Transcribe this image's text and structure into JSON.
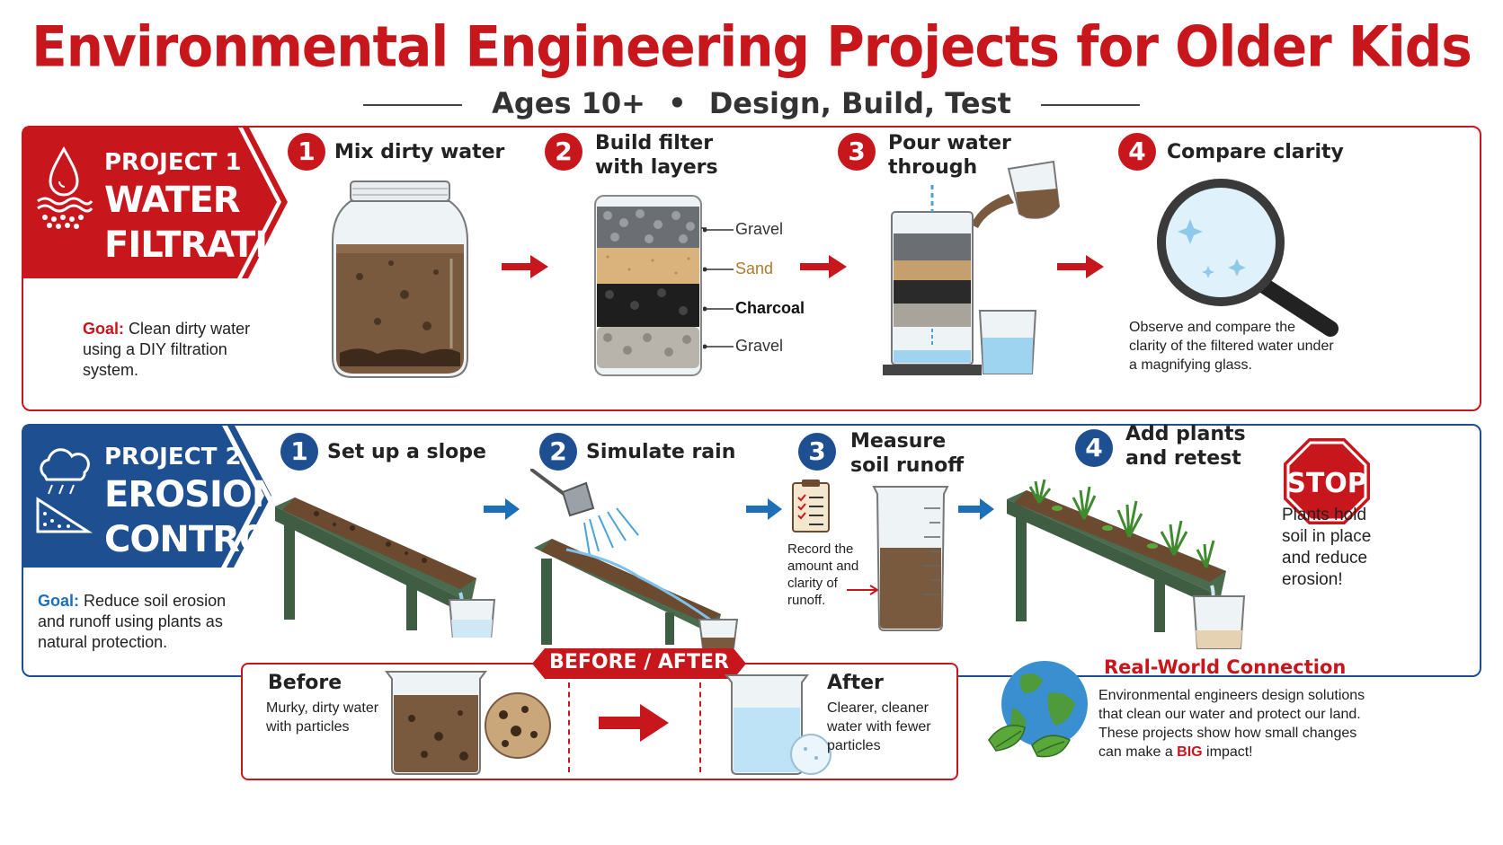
{
  "title": "Environmental Engineering Projects for Older Kids",
  "subtitle": {
    "ages": "Ages 10+",
    "separator": "•",
    "tagline": "Design, Build, Test"
  },
  "colors": {
    "red": "#c8161d",
    "blue": "#1d4f91",
    "soil": "#7a5a3e",
    "water": "#9fd4f0"
  },
  "project1": {
    "label": "PROJECT 1",
    "name_line1": "WATER",
    "name_line2": "FILTRATION",
    "icon": "water-drop-icon",
    "goal_label": "Goal:",
    "goal_text": "Clean dirty water using a DIY filtration system.",
    "steps": [
      {
        "num": "1",
        "title": "Mix dirty water"
      },
      {
        "num": "2",
        "title": "Build filter with layers",
        "layers": [
          "Gravel",
          "Sand",
          "Charcoal",
          "Gravel"
        ]
      },
      {
        "num": "3",
        "title": "Pour water through"
      },
      {
        "num": "4",
        "title": "Compare clarity",
        "note": "Observe and compare the clarity of the filtered water under a magnifying glass."
      }
    ]
  },
  "project2": {
    "label": "PROJECT 2",
    "name_line1": "EROSION",
    "name_line2": "CONTROL",
    "icon": "rain-cloud-icon",
    "goal_label": "Goal:",
    "goal_text": "Reduce soil erosion and runoff using plants as natural protection.",
    "steps": [
      {
        "num": "1",
        "title": "Set up a slope"
      },
      {
        "num": "2",
        "title": "Simulate rain"
      },
      {
        "num": "3",
        "title": "Measure soil runoff",
        "note": "Record the amount and clarity of runoff."
      },
      {
        "num": "4",
        "title": "Add plants and retest"
      }
    ],
    "stop_sign": "STOP",
    "stop_note": "Plants hold soil in place and reduce erosion!"
  },
  "before_after": {
    "tab": "BEFORE / AFTER",
    "before_title": "Before",
    "before_text": "Murky, dirty water with particles",
    "after_title": "After",
    "after_text": "Clearer, cleaner water with fewer particles"
  },
  "real_world": {
    "title": "Real-World Connection",
    "text_before": "Environmental engineers design solutions that clean our water and protect our land. These projects show how small changes can make a ",
    "text_bold": "BIG",
    "text_after": " impact!"
  }
}
